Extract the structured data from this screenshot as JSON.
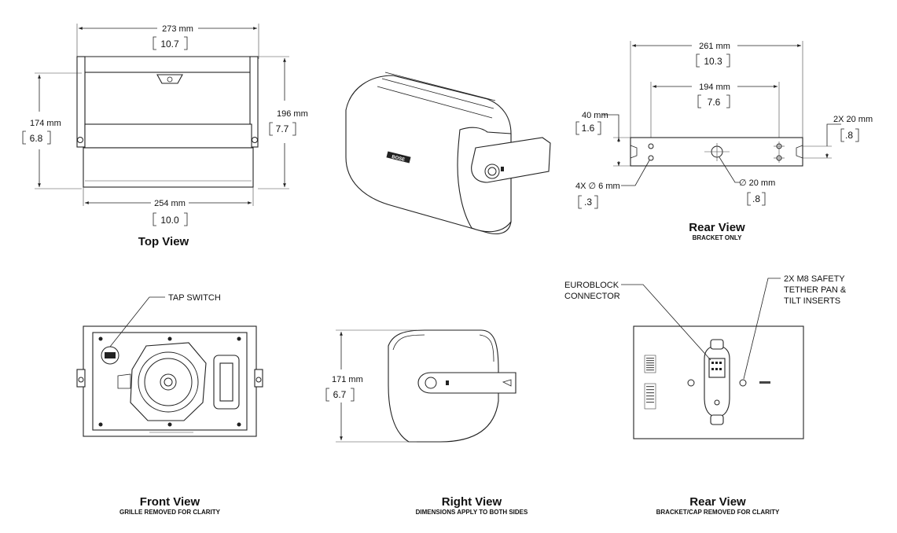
{
  "top_view": {
    "width_top": "273 mm",
    "width_top_in": "10.7",
    "width_bottom": "254 mm",
    "width_bottom_in": "10.0",
    "height_left": "174 mm",
    "height_left_in": "6.8",
    "height_right": "196 mm",
    "height_right_in": "7.7",
    "title": "Top View"
  },
  "rear_view_bracket": {
    "overall_width": "261 mm",
    "overall_width_in": "10.3",
    "hole_spacing": "194 mm",
    "hole_spacing_in": "7.6",
    "height": "40 mm",
    "height_in": "1.6",
    "slot_spacing": "2X 20 mm",
    "slot_spacing_in": ".8",
    "small_holes": "4X ∅ 6 mm",
    "small_holes_in": ".3",
    "center_hole": "∅ 20 mm",
    "center_hole_in": ".8",
    "title": "Rear View",
    "subtitle": "BRACKET ONLY"
  },
  "front_view": {
    "callout": "TAP SWITCH",
    "title": "Front View",
    "subtitle": "GRILLE REMOVED FOR CLARITY"
  },
  "right_view": {
    "height": "171 mm",
    "height_in": "6.7",
    "title": "Right View",
    "subtitle": "DIMENSIONS APPLY TO BOTH SIDES"
  },
  "rear_view_cap": {
    "callout_left_1": "EUROBLOCK",
    "callout_left_2": "CONNECTOR",
    "callout_right_1": "2X M8 SAFETY",
    "callout_right_2": "TETHER PAN &",
    "callout_right_3": "TILT INSERTS",
    "title": "Rear View",
    "subtitle": "BRACKET/CAP REMOVED FOR CLARITY"
  },
  "iso_view": {
    "logo_text": "BOSE"
  }
}
